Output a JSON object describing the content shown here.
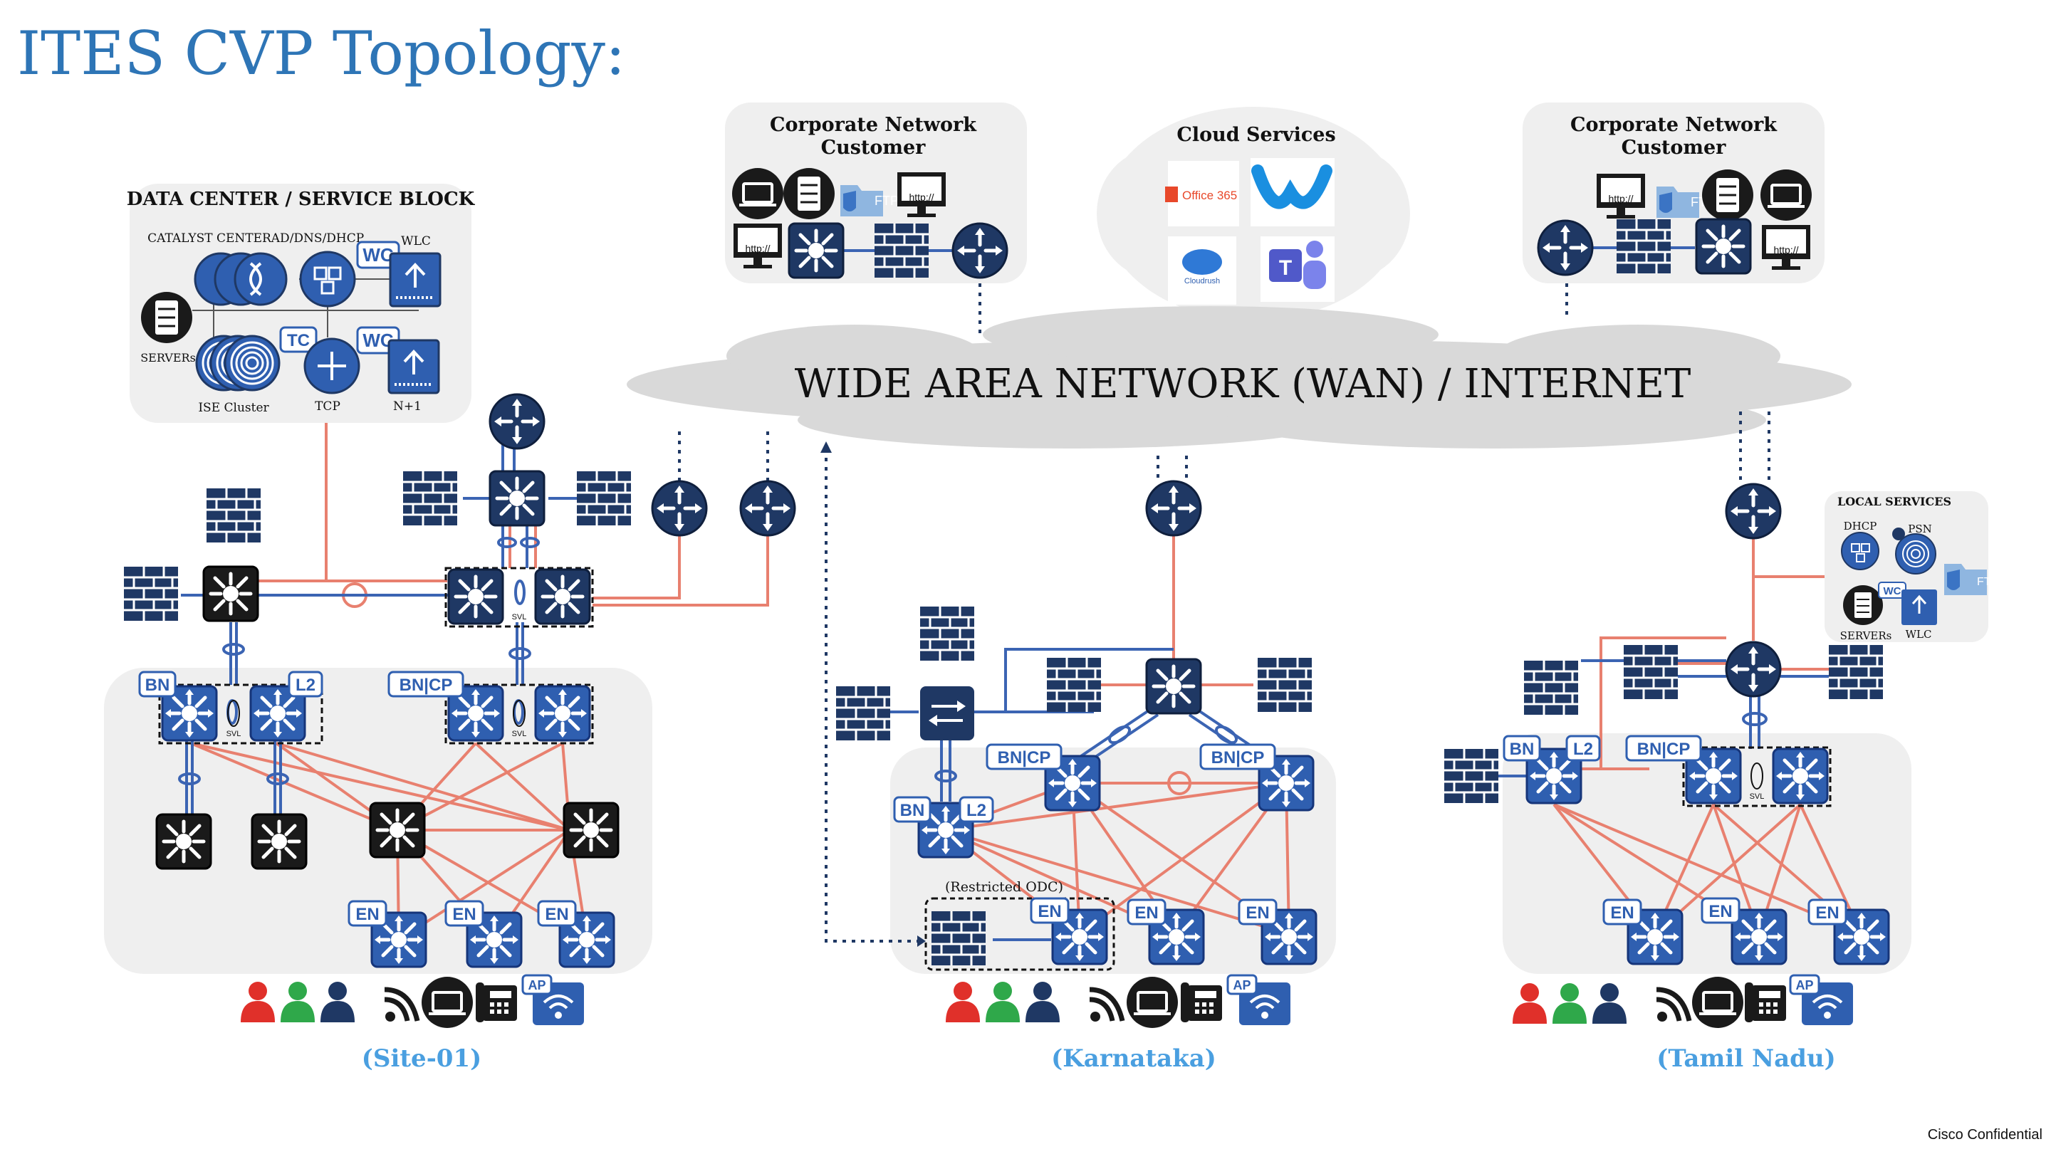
{
  "title": "ITES CVP Topology:",
  "wan_label": "WIDE AREA NETWORK (WAN) / INTERNET",
  "corp_left": {
    "title_line1": "Corporate Network",
    "title_line2": "Customer",
    "http": "http://",
    "ftp": "FTP"
  },
  "corp_right": {
    "title_line1": "Corporate Network",
    "title_line2": "Customer",
    "http": "http://",
    "ftp": "FTP"
  },
  "cloud": {
    "title": "Cloud Services",
    "office365": "Office 365",
    "cloudapp": "Cloudrush"
  },
  "datacenter": {
    "title": "DATA CENTER / SERVICE BLOCK",
    "catalyst": "CATALYST CENTER",
    "addns": "AD/DNS/DHCP",
    "wlc": "WLC",
    "servers": "SERVERs",
    "ise": "ISE Cluster",
    "tcp": "TCP",
    "n1": "N+1",
    "wc": "WC",
    "tc": "TC"
  },
  "local_services": {
    "title": "LOCAL SERVICES",
    "dhcp": "DHCP",
    "psn": "PSN",
    "servers": "SERVERs",
    "wlc": "WLC",
    "wc": "WC",
    "ftp": "FTP"
  },
  "tags": {
    "bn": "BN",
    "l2": "L2",
    "bncp": "BN|CP",
    "en": "EN",
    "svl": "SVL",
    "ap": "AP"
  },
  "restricted_odc": "(Restricted ODC)",
  "sites": {
    "site1": "(Site-01)",
    "site2": "(Karnataka)",
    "site3": "(Tamil Nadu)"
  },
  "footer": "Cisco Confidential",
  "colors": {
    "title": "#2e75b6",
    "blue_device": "#2f5fb0",
    "navy_device": "#1f3864",
    "black_device": "#1a1a1a",
    "link_red": "#e8806f",
    "link_blue": "#3b64b3",
    "panel": "#efefef",
    "site_label": "#4a9fe0"
  }
}
